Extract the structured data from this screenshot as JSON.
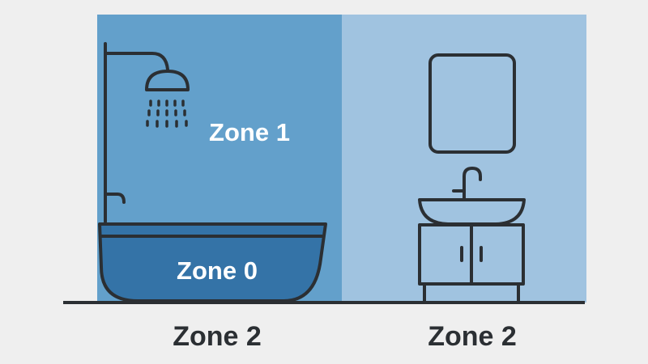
{
  "zones": {
    "zone1_label": "Zone 1",
    "zone0_label": "Zone 0",
    "zone2_left_label": "Zone 2",
    "zone2_right_label": "Zone 2"
  },
  "colors": {
    "background": "#efefef",
    "zone1": "#63a0cb",
    "zone0": "#3473a7",
    "zone2": "#a0c3e0",
    "outline": "#2b2f33"
  }
}
